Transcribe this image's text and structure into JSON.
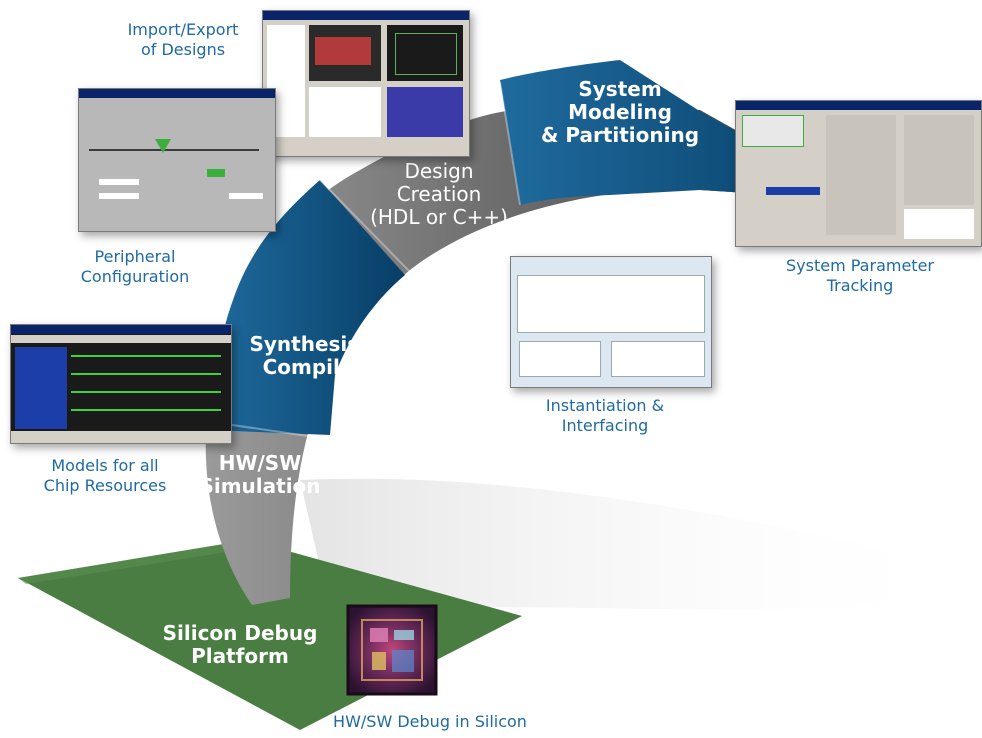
{
  "stages": [
    {
      "id": "silicon",
      "lines": [
        "Silicon Debug",
        "Platform"
      ]
    },
    {
      "id": "simulation",
      "lines": [
        "HW/SW",
        "Simulation"
      ]
    },
    {
      "id": "synthesis",
      "lines": [
        "Synthesis/",
        "Compile"
      ]
    },
    {
      "id": "design",
      "lines": [
        "Design",
        "Creation",
        "(HDL or C++)"
      ]
    },
    {
      "id": "modeling",
      "lines": [
        "System",
        "Modeling",
        "& Partitioning"
      ]
    }
  ],
  "captions": {
    "import_export": [
      "Import/Export",
      "of Designs"
    ],
    "peripheral": [
      "Peripheral",
      "Configuration"
    ],
    "models": [
      "Models for all",
      "Chip Resources"
    ],
    "instantiation": [
      "Instantiation &",
      "Interfacing"
    ],
    "system_parameter": [
      "System Parameter",
      "Tracking"
    ],
    "hwsw_debug": "HW/SW Debug in Silicon"
  },
  "colors": {
    "stage_blue": "#0b4f7d",
    "stage_gray": "#6e6e6e",
    "platform_green": "#4a7d42",
    "caption_blue": "#1f6aa3"
  }
}
